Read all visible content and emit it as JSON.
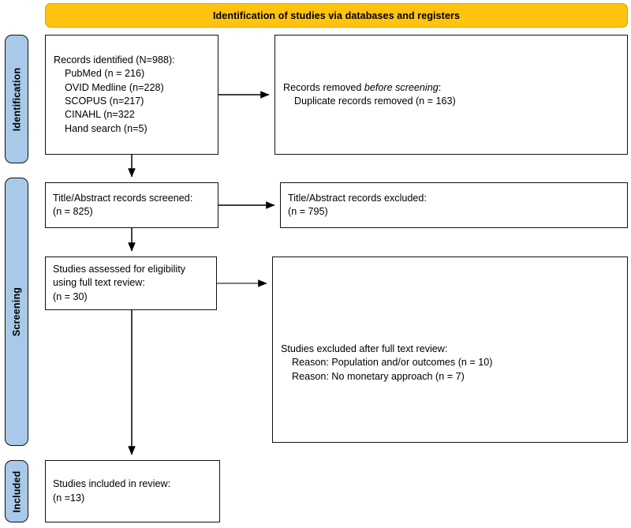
{
  "banner": {
    "title": "Identification of studies via databases and registers"
  },
  "stages": [
    {
      "key": "identification",
      "label": "Identification"
    },
    {
      "key": "screening",
      "label": "Screening"
    },
    {
      "key": "included",
      "label": "Included"
    }
  ],
  "boxes": {
    "identified": {
      "name": "records-identified-box",
      "lines": [
        "Records identified (N=988):",
        "    PubMed (n = 216)",
        "    OVID Medline (n=228)",
        "    SCOPUS (n=217)",
        "    CINAHL (n=322",
        "    Hand search (n=5)"
      ],
      "text": "Records identified (N=988):\n    PubMed (n = 216)\n    OVID Medline (n=228)\n    SCOPUS (n=217)\n    CINAHL (n=322\n    Hand search (n=5)"
    },
    "removed": {
      "name": "records-removed-box",
      "line1_prefix": "Records removed ",
      "line1_italic": "before screening",
      "line1_suffix": ":",
      "line2": "    Duplicate records removed (n = 163)"
    },
    "screened": {
      "name": "title-abstract-screened-box",
      "text": "Title/Abstract records screened:\n(n = 825)"
    },
    "excluded_ta": {
      "name": "title-abstract-excluded-box",
      "text": "Title/Abstract records excluded:\n(n = 795)"
    },
    "eligibility": {
      "name": "eligibility-assessed-box",
      "text": "Studies assessed for eligibility\nusing full text review:\n(n = 30)"
    },
    "excluded_full": {
      "name": "studies-excluded-full-text-box",
      "text": "Studies excluded after full text review:\n    Reason: Population and/or outcomes (n = 10)\n    Reason: No monetary approach (n = 7)"
    },
    "included": {
      "name": "studies-included-box",
      "text": "Studies included in review:\n(n =13)"
    }
  },
  "counts": {
    "total_identified": 988,
    "pubmed": 216,
    "ovid_medline": 228,
    "scopus": 217,
    "cinahl": 322,
    "hand_search": 5,
    "duplicates_removed": 163,
    "title_abstract_screened": 825,
    "title_abstract_excluded": 795,
    "full_text_assessed": 30,
    "excluded_population_outcomes": 10,
    "excluded_no_monetary_approach": 7,
    "included_in_review": 13
  },
  "colors": {
    "banner_fill": "#FFC20E",
    "banner_border": "#D9A406",
    "stage_fill": "#A9C9E8",
    "stage_border": "#111111",
    "box_border": "#111111",
    "arrow": "#000000",
    "background": "#FFFFFF"
  }
}
